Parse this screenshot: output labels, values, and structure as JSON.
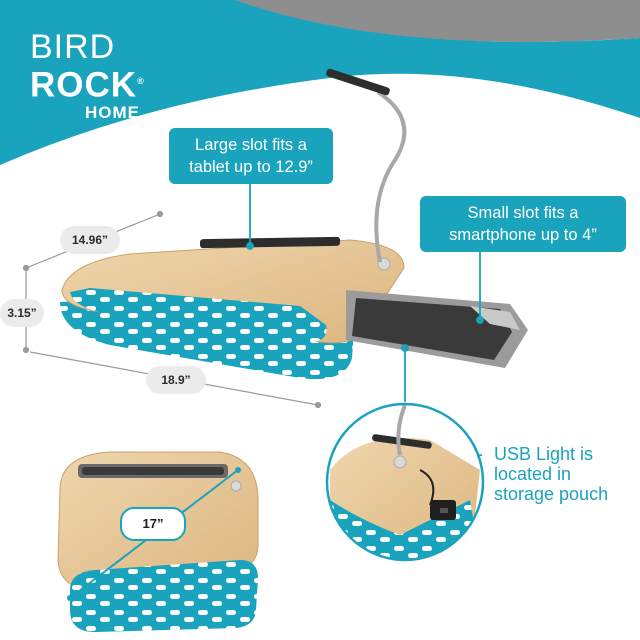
{
  "brand": {
    "line1": "BIRD",
    "line2": "ROCK",
    "line3": "HOME",
    "mark": "®"
  },
  "callouts": {
    "large_slot": "Large slot fits a tablet up to 12.9”",
    "small_slot": "Small slot fits a smartphone up to 4”"
  },
  "dimensions": {
    "depth": "14.96”",
    "height": "3.15”",
    "width": "18.9”",
    "diagonal": "17”"
  },
  "usb_note": "USB Light is located in storage pouch",
  "colors": {
    "teal": "#1aa3bc",
    "wood": "#e8c89a",
    "cushion_pattern": "#ffffff",
    "grey_background": "#8e8e8e",
    "drawer": "#9b9b9b"
  },
  "icons": [
    "gooseneck-led-lamp",
    "usb-plug"
  ]
}
